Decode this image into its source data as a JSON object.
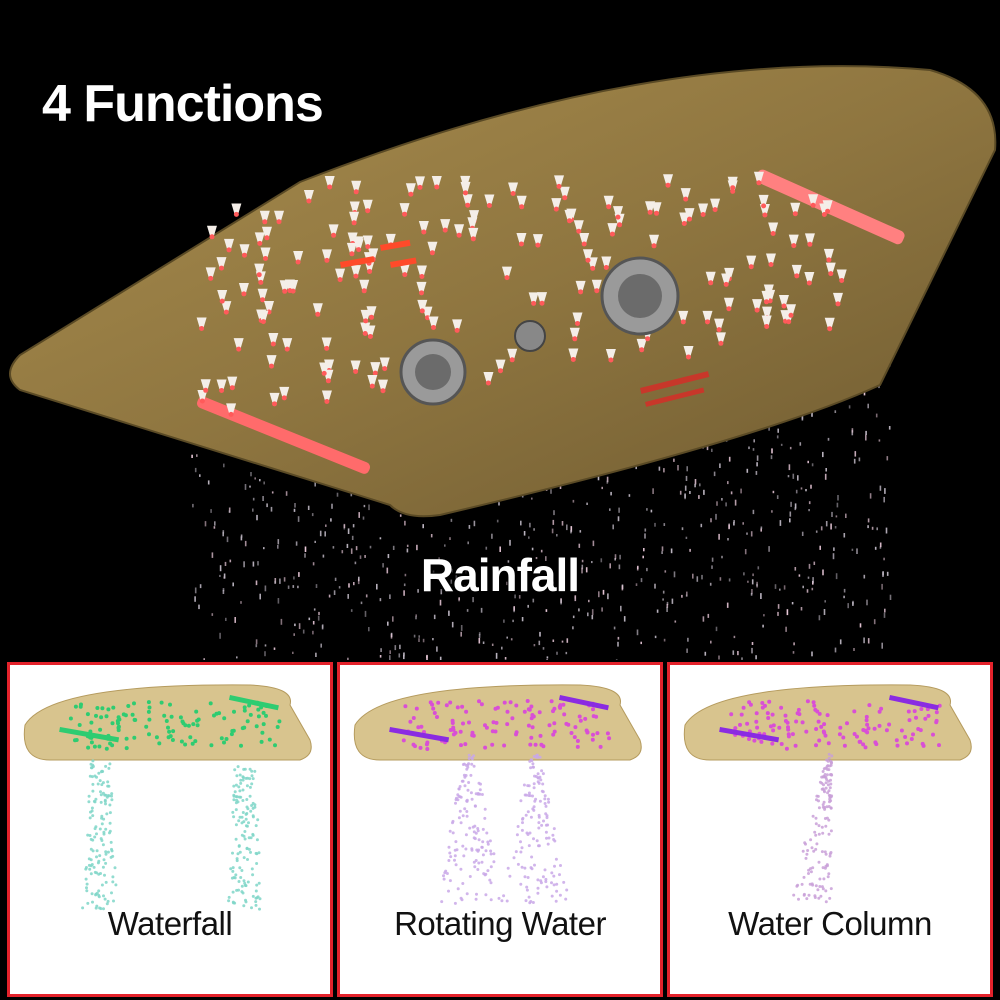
{
  "headline": "4 Functions",
  "main_function": "Rainfall",
  "colors": {
    "panel_border": "#e4222b",
    "panel_gold": "#c9ad6e",
    "led_red": "#ff5a5a",
    "led_green": "#2ecc71",
    "led_purple": "#8a2be2",
    "spray_pink": "#e060e0"
  },
  "functions": [
    {
      "label": "Waterfall",
      "accent": "#2ecc71",
      "spray": "#7fd6c8"
    },
    {
      "label": "Rotating Water",
      "accent": "#8a2be2",
      "spray": "#c9a8e8"
    },
    {
      "label": "Water Column",
      "accent": "#8a2be2",
      "spray": "#c9a0d8"
    }
  ]
}
